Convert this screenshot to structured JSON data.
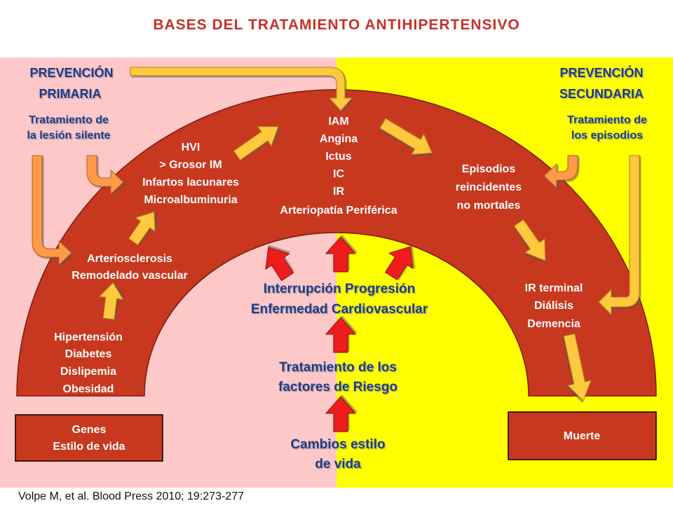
{
  "title": "BASES DEL TRATAMIENTO ANTIHIPERTENSIVO",
  "colors": {
    "title": "#c8302a",
    "left_panel": "#ffc8c8",
    "right_panel": "#ffff00",
    "arch": "#c8381e",
    "arch_border": "#7a1a0e",
    "yellow_arrow": "#ffc83c",
    "orange_arrow": "#ff9a4a",
    "red_arrow": "#ee1c1c",
    "heading_blue": "#1e3a8a",
    "text_white": "#ffffff"
  },
  "primary": {
    "heading": [
      "PREVENCIÓN",
      "PRIMARIA"
    ],
    "subheading": [
      "Tratamiento de",
      "la lesión silente"
    ]
  },
  "secondary": {
    "heading": [
      "PREVENCIÓN",
      "SECUNDARIA"
    ],
    "subheading": [
      "Tratamiento de",
      "los episodios"
    ]
  },
  "arch_labels": {
    "risk_factors": [
      "Hipertensión",
      "Diabetes",
      "Dislipemia",
      "Obesidad"
    ],
    "arteriosclerosis": [
      "Arteriosclerosis",
      "Remodelado vascular"
    ],
    "hvi": [
      "HVI",
      "> Grosor IM",
      "Infartos lacunares",
      "Microalbuminuria"
    ],
    "events": [
      "IAM",
      "Angina",
      "Ictus",
      "IC",
      "IR",
      "Arteriopatía Periférica"
    ],
    "recurrent": [
      "Episodios",
      "reincidentes",
      "no mortales"
    ],
    "terminal": [
      "IR terminal",
      "Diálisis",
      "Demencia"
    ]
  },
  "center_labels": {
    "interruption": [
      "Interrupción Progresión",
      "Enfermedad Cardiovascular"
    ],
    "treatment": [
      "Tratamiento de los",
      "factores de Riesgo"
    ],
    "lifestyle": [
      "Cambios estilo",
      "de vida"
    ]
  },
  "boxes": {
    "genes": [
      "Genes",
      "Estilo de vida"
    ],
    "death": [
      "Muerte"
    ]
  },
  "citation": "Volpe M, et al. Blood Press 2010; 19:273-277"
}
